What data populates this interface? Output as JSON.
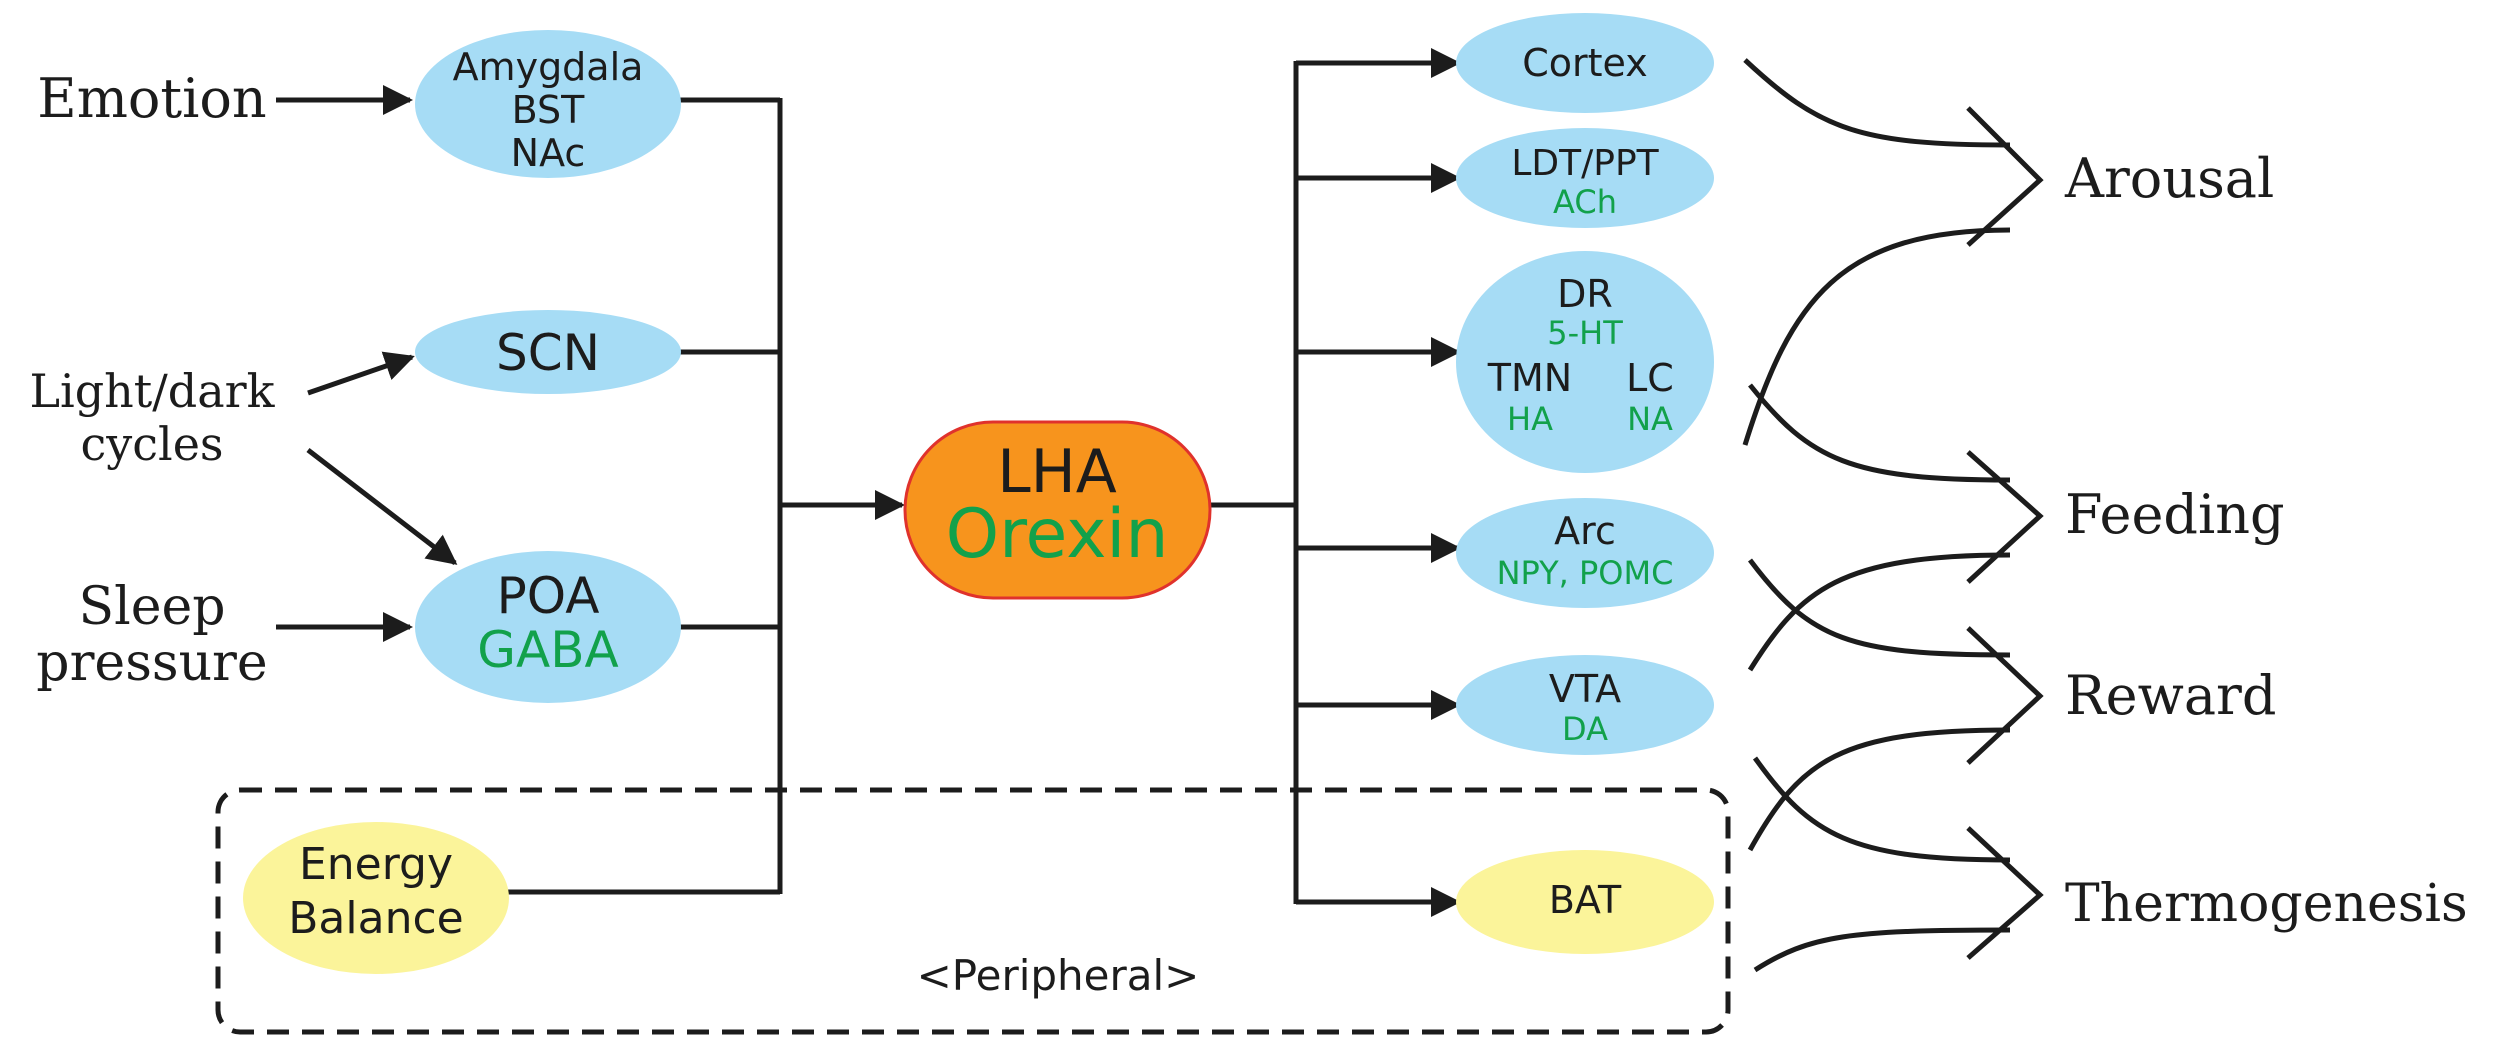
{
  "inputs": {
    "emotion": "Emotion",
    "light_dark_line1": "Light/dark",
    "light_dark_line2": "cycles",
    "sleep_line1": "Sleep",
    "sleep_line2": "pressure"
  },
  "nodes": {
    "amygdala": {
      "lines": [
        "Amygdala",
        "BST",
        "NAc"
      ]
    },
    "scn": {
      "label": "SCN"
    },
    "poa": {
      "label": "POA",
      "sub": "GABA"
    },
    "energy": {
      "line1": "Energy",
      "line2": "Balance"
    },
    "lha": {
      "label": "LHA",
      "sub": "Orexin"
    },
    "cortex": {
      "label": "Cortex"
    },
    "ldt_ppt": {
      "label": "LDT/PPT",
      "sub": "ACh"
    },
    "monoamine": {
      "dr": "DR",
      "dr_sub": "5-HT",
      "tmn": "TMN",
      "tmn_sub": "HA",
      "lc": "LC",
      "lc_sub": "NA"
    },
    "arc": {
      "label": "Arc",
      "sub": "NPY, POMC"
    },
    "vta": {
      "label": "VTA",
      "sub": "DA"
    },
    "bat": {
      "label": "BAT"
    }
  },
  "peripheral_label": "<Peripheral>",
  "outputs": {
    "arousal": "Arousal",
    "feeding": "Feeding",
    "reward": "Reward",
    "thermogenesis": "Thermogenesis"
  },
  "colors": {
    "ellipse_blue": "#a6dcf5",
    "ellipse_yellow": "#fbf49a",
    "lha_orange": "#f7941d",
    "lha_border": "#e0322c",
    "green_text": "#12a14b",
    "line": "#1c1c1c"
  }
}
